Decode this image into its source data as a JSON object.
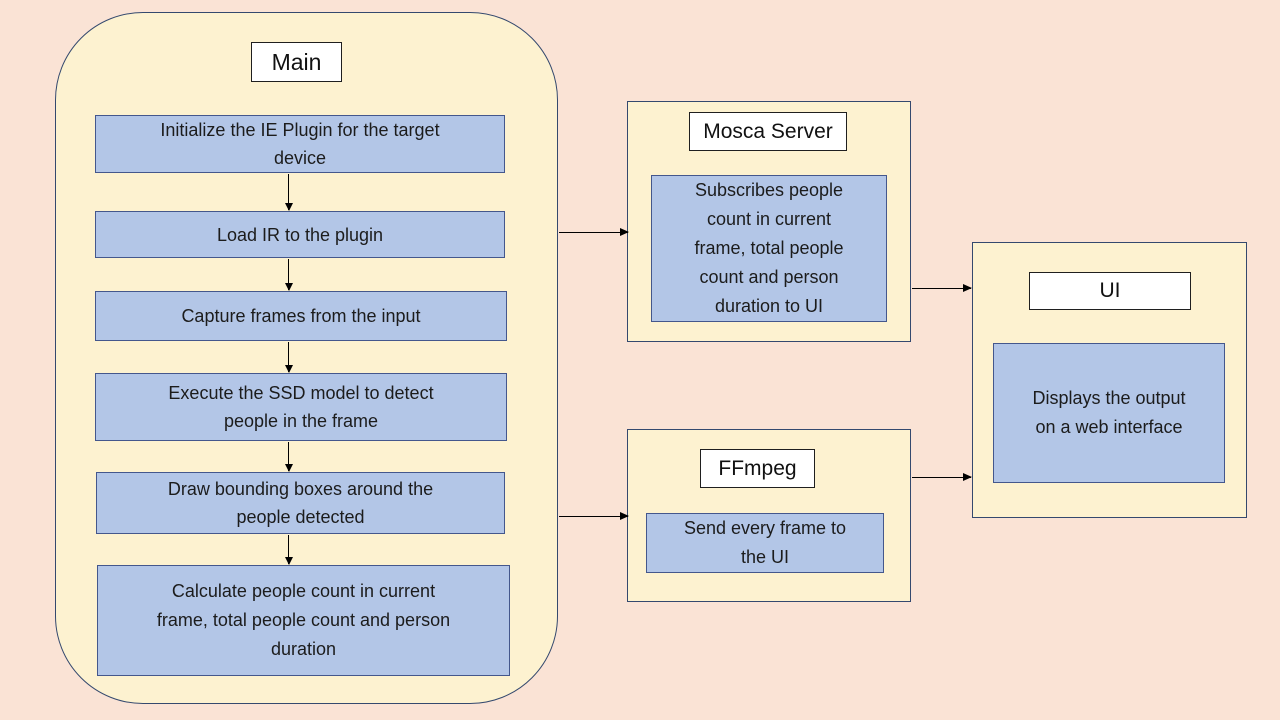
{
  "palette": {
    "background": "#fae3d5",
    "container_fill": "#fdf2d0",
    "container_border": "#34496e",
    "process_fill": "#b3c6e7",
    "process_border": "#44578c",
    "title_fill": "#ffffff",
    "title_border": "#1f1f1f",
    "arrow_color": "#000000",
    "text_color": "#1c1c1c"
  },
  "main": {
    "title": "Main",
    "steps": [
      "Initialize the IE Plugin for the target\ndevice",
      "Load IR to the plugin",
      "Capture frames from the input",
      "Execute the SSD model to detect\npeople in the frame",
      "Draw bounding boxes around the\npeople detected",
      "Calculate people count in current\nframe, total people count and person\nduration"
    ]
  },
  "mosca": {
    "title": "Mosca Server",
    "body": "Subscribes people\ncount in current\nframe, total people\ncount and person\nduration to UI"
  },
  "ffmpeg": {
    "title": "FFmpeg",
    "body": "Send every frame to\nthe UI"
  },
  "ui": {
    "title": "UI",
    "body": "Displays the output\non a web interface"
  }
}
